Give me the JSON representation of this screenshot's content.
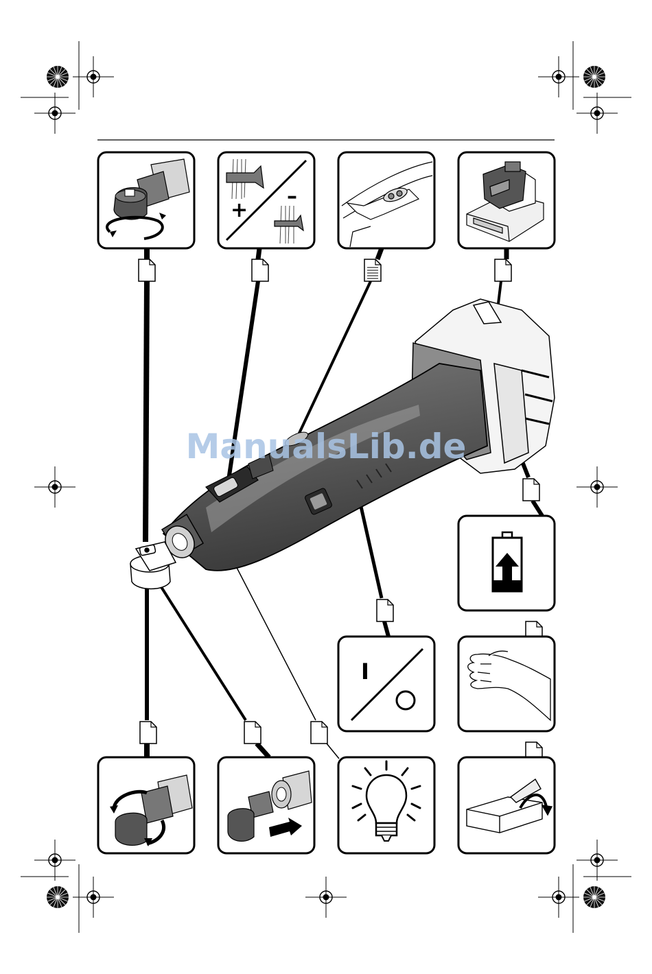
{
  "watermark": {
    "text": "ManualsLib.de"
  },
  "panels": [
    {
      "id": "angle-head-rotate",
      "icon": "angle-head-rotation-icon"
    },
    {
      "id": "torque-setting",
      "icon": "torque-plus-minus-icon",
      "plus": "+",
      "minus": "–"
    },
    {
      "id": "speed-selector",
      "icon": "selector-switch-icon"
    },
    {
      "id": "battery-charger",
      "icon": "battery-charger-icon"
    },
    {
      "id": "battery-charge-level",
      "icon": "battery-charge-icon"
    },
    {
      "id": "on-off-switch",
      "icon": "on-off-switch-icon",
      "on": "I",
      "off": "O"
    },
    {
      "id": "hand-protection",
      "icon": "hand-icon"
    },
    {
      "id": "angle-head-release",
      "icon": "angle-head-release-icon"
    },
    {
      "id": "angle-head-attach",
      "icon": "angle-head-attach-icon"
    },
    {
      "id": "work-light",
      "icon": "light-bulb-icon"
    },
    {
      "id": "packaging",
      "icon": "box-open-icon"
    }
  ]
}
